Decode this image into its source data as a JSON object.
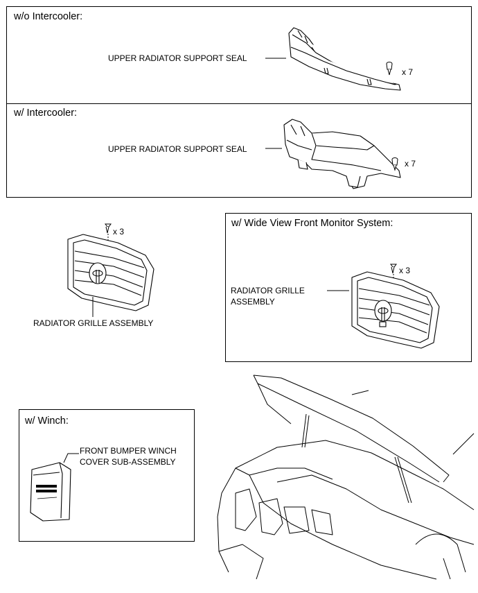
{
  "panels": {
    "wo_intercooler": {
      "heading": "w/o Intercooler:",
      "part_label": "UPPER RADIATOR SUPPORT SEAL",
      "qty": "x 7"
    },
    "w_intercooler": {
      "heading": "w/ Intercooler:",
      "part_label": "UPPER RADIATOR SUPPORT SEAL",
      "qty": "x 7"
    },
    "grille": {
      "part_label": "RADIATOR GRILLE ASSEMBLY",
      "qty": "x 3"
    },
    "wide_view": {
      "heading": "w/ Wide View Front Monitor System:",
      "part_label_line1": "RADIATOR GRILLE",
      "part_label_line2": "ASSEMBLY",
      "qty": "x 3"
    },
    "winch": {
      "heading": "w/ Winch:",
      "part_label_line1": "FRONT BUMPER WINCH",
      "part_label_line2": "COVER SUB-ASSEMBLY"
    }
  }
}
